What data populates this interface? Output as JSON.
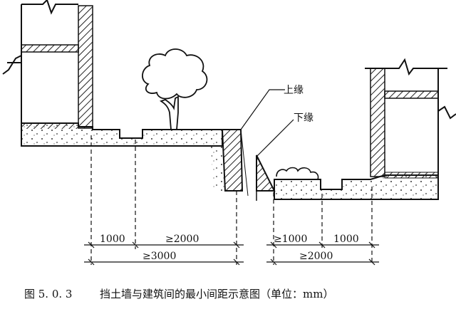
{
  "labels": {
    "upper_edge": "上缘",
    "lower_edge": "下缘"
  },
  "dimensions": {
    "left_gap": "1000",
    "left_min": "≥2000",
    "left_total": "≥3000",
    "right_min": "≥1000",
    "right_gap": "1000",
    "right_total": "≥2000"
  },
  "caption": {
    "number": "图 5. 0. 3",
    "text": "挡土墙与建筑间的最小间距示意图（单位：mm）"
  },
  "colors": {
    "ink": "#111111",
    "hatch": "#222222",
    "background": "#ffffff"
  }
}
